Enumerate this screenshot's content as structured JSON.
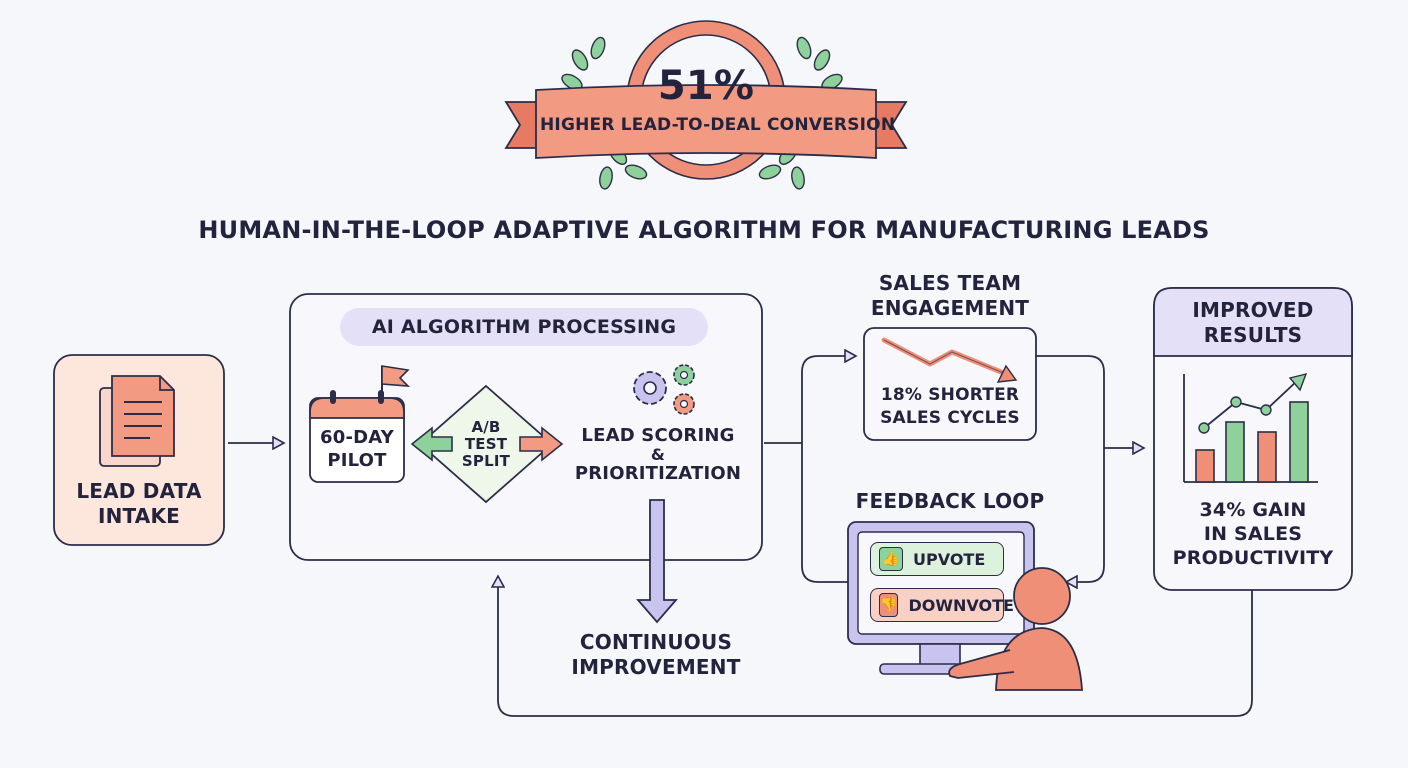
{
  "badge": {
    "percent": "51%",
    "caption": "HIGHER LEAD-TO-DEAL CONVERSION"
  },
  "title": "HUMAN-IN-THE-LOOP ADAPTIVE ALGORITHM FOR MANUFACTURING LEADS",
  "intake": {
    "label_line1": "LEAD DATA",
    "label_line2": "INTAKE"
  },
  "ai": {
    "header": "AI ALGORITHM PROCESSING",
    "pilot_line1": "60-DAY",
    "pilot_line2": "PILOT",
    "ab_line1": "A/B",
    "ab_line2": "TEST",
    "ab_line3": "SPLIT",
    "scoring_line1": "LEAD SCORING",
    "scoring_line2": "&",
    "scoring_line3": "PRIORITIZATION"
  },
  "continuous": {
    "line1": "CONTINUOUS",
    "line2": "IMPROVEMENT"
  },
  "sales": {
    "header_line1": "SALES TEAM",
    "header_line2": "ENGAGEMENT",
    "stat_line1": "18% SHORTER",
    "stat_line2": "SALES CYCLES"
  },
  "feedback": {
    "header": "FEEDBACK LOOP",
    "upvote": "UPVOTE",
    "downvote": "DOWNVOTE"
  },
  "results": {
    "header_line1": "IMPROVED",
    "header_line2": "RESULTS",
    "stat_line1": "34% GAIN",
    "stat_line2": "IN SALES",
    "stat_line3": "PRODUCTIVITY"
  },
  "colors": {
    "ink": "#2b2d4a",
    "salmon": "#f08f78",
    "salmon_light": "#fde6dc",
    "green": "#8fd19a",
    "green_light": "#dcf2dc",
    "lavender": "#c9c3f0",
    "lavender_light": "#e4e0f8",
    "leaf": "#7cc489"
  },
  "icons": [
    "document-icon",
    "calendar-flag-icon",
    "gears-icon",
    "trend-down-icon",
    "bar-chart-trend-up-icon",
    "thumbs-up-icon",
    "thumbs-down-icon",
    "monitor-icon",
    "person-icon",
    "laurel-icon",
    "ribbon-badge-icon"
  ]
}
